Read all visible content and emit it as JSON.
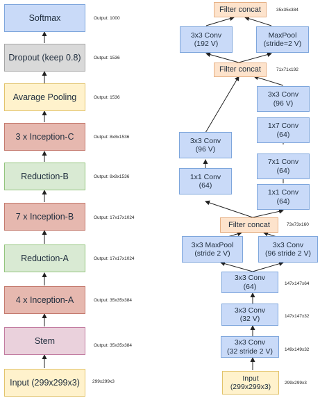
{
  "left_column": [
    {
      "label": "Softmax",
      "output": "Output: 1000",
      "color": "#c9daf8"
    },
    {
      "label": "Dropout (keep 0.8)",
      "output": "Output: 1536",
      "color": "#d9d9d9"
    },
    {
      "label": "Avarage Pooling",
      "output": "Output: 1536",
      "color": "#fff2cc"
    },
    {
      "label": "3 x Inception-C",
      "output": "Output: 8x8x1536",
      "color": "#e6b8af"
    },
    {
      "label": "Reduction-B",
      "output": "Output: 8x8x1536",
      "color": "#d9ead3"
    },
    {
      "label": "7 x Inception-B",
      "output": "Output: 17x17x1024",
      "color": "#e6b8af"
    },
    {
      "label": "Reduction-A",
      "output": "Output: 17x17x1024",
      "color": "#d9ead3"
    },
    {
      "label": "4 x Inception-A",
      "output": "Output: 35x35x384",
      "color": "#e6b8af"
    },
    {
      "label": "Stem",
      "output": "Output: 35x35x384",
      "color": "#ead1dc"
    },
    {
      "label": "Input (299x299x3)",
      "output": "299x299x3",
      "color": "#fff2cc"
    }
  ],
  "stem": {
    "filter_concat_top": {
      "label": "Filter concat",
      "size": "35x35x384"
    },
    "conv_192": {
      "line1": "3x3 Conv",
      "line2": "(192 V)"
    },
    "maxpool_s2": {
      "line1": "MaxPool",
      "line2": "(stride=2 V)"
    },
    "filter_concat_mid": {
      "label": "Filter concat",
      "size": "71x71x192"
    },
    "conv_96_left": {
      "line1": "3x3 Conv",
      "line2": "(96 V)"
    },
    "conv_1x1_left": {
      "line1": "1x1 Conv",
      "line2": "(64)"
    },
    "conv_96_right": {
      "line1": "3x3 Conv",
      "line2": "(96 V)"
    },
    "conv_1x7": {
      "line1": "1x7 Conv",
      "line2": "(64)"
    },
    "conv_7x1": {
      "line1": "7x1 Conv",
      "line2": "(64)"
    },
    "conv_1x1_right": {
      "line1": "1x1 Conv",
      "line2": "(64)"
    },
    "filter_concat_low": {
      "label": "Filter concat",
      "size": "73x73x160"
    },
    "maxpool_3x3": {
      "line1": "3x3 MaxPool",
      "line2": "(stride 2 V)"
    },
    "conv_96_s2": {
      "line1": "3x3 Conv",
      "line2": "(96 stride 2 V)"
    },
    "conv_64": {
      "line1": "3x3 Conv",
      "line2": "(64)",
      "size": "147x147x64"
    },
    "conv_32": {
      "line1": "3x3 Conv",
      "line2": "(32 V)",
      "size": "147x147x32"
    },
    "conv_32_s2": {
      "line1": "3x3 Conv",
      "line2": "(32 stride 2 V)",
      "size": "149x149x32"
    },
    "input": {
      "line1": "Input",
      "line2": "(299x299x3)",
      "size": "299x299x3"
    }
  }
}
